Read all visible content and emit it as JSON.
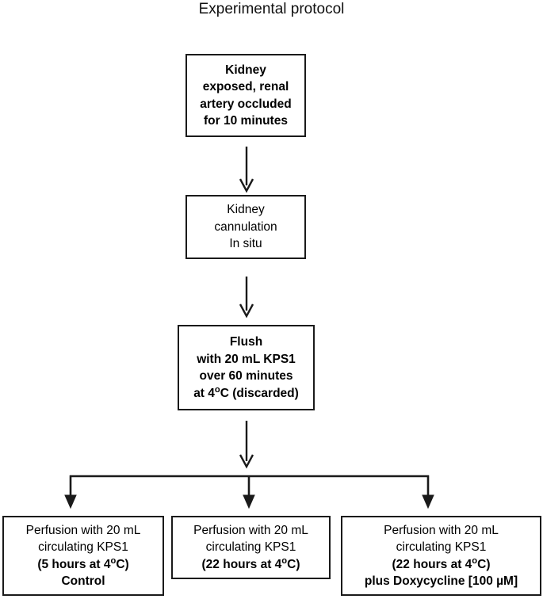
{
  "figure": {
    "title": "Experimental protocol",
    "type": "flowchart",
    "orientation": "top-to-bottom",
    "background_color": "#ffffff",
    "line_color": "#1a1a1a",
    "text_color": "#000000"
  },
  "nodes": {
    "ischemia": {
      "id": "kidney-ischemia",
      "lines": [
        {
          "text": "Kidney",
          "bold": true
        },
        {
          "text": "exposed, renal",
          "bold": true
        },
        {
          "text": "artery occluded",
          "bold": true
        },
        {
          "text": "for 10 minutes",
          "bold": true
        }
      ],
      "full_text": "Kidney exposed, renal artery occluded for 10 minutes"
    },
    "cannulation": {
      "id": "kidney-cannulation",
      "lines": [
        {
          "text": "Kidney",
          "bold": false
        },
        {
          "text": "cannulation",
          "bold": false
        },
        {
          "text": "In situ",
          "bold": false
        }
      ],
      "full_text": "Kidney cannulation In situ"
    },
    "flush": {
      "id": "kps1-flush",
      "lines": [
        {
          "text": "Flush",
          "bold": true
        },
        {
          "text": "with 20 mL KPS1",
          "bold": true
        },
        {
          "text": "over 60 minutes",
          "bold": true
        },
        {
          "text": "at 4°C (discarded)",
          "bold": true
        }
      ],
      "full_text": "Flush with 20 mL KPS1 over 60 minutes at 4oC (discarded)"
    },
    "control": {
      "id": "perfusion-control-5h",
      "lines": [
        {
          "text": "Perfusion with 20 mL",
          "bold": false
        },
        {
          "text": "circulating KPS1",
          "bold": false
        },
        {
          "text": "(5 hours at 4°C)",
          "bold": true
        },
        {
          "text": "Control",
          "bold": true
        }
      ],
      "full_text": "Perfusion with 20 mL circulating KPS1 (5 hours at 4oC) Control"
    },
    "twentytwo": {
      "id": "perfusion-22h",
      "lines": [
        {
          "text": "Perfusion with 20 mL",
          "bold": false
        },
        {
          "text": "circulating KPS1",
          "bold": false
        },
        {
          "text": "(22 hours at 4°C)",
          "bold": true
        }
      ],
      "full_text": "Perfusion with 20 mL circulating KPS1 (22 hours at 4oC)"
    },
    "doxycycline": {
      "id": "perfusion-22h-doxycycline",
      "lines": [
        {
          "text": "Perfusion with 20 mL",
          "bold": false
        },
        {
          "text": "circulating KPS1",
          "bold": false
        },
        {
          "text": "(22 hours at 4°C)",
          "bold": true
        },
        {
          "text": "plus Doxycycline [100 µM]",
          "bold": true
        }
      ],
      "full_text": "Perfusion with 20 mL circulating KPS1 (22 hours at 4oC) plus Doxycycline [100 uM]"
    }
  },
  "connectors": [
    {
      "name": "arrow-ischemia-to-cannulation",
      "from": "ischemia",
      "to": "cannulation",
      "style": "straight-arrow"
    },
    {
      "name": "arrow-cannulation-to-flush",
      "from": "cannulation",
      "to": "flush",
      "style": "straight-arrow"
    },
    {
      "name": "arrow-flush-to-split",
      "from": "flush",
      "to": "split-bar",
      "style": "straight-arrow"
    },
    {
      "name": "branch-split-to-control",
      "from": "split-bar",
      "to": "control",
      "style": "elbow-arrow"
    },
    {
      "name": "branch-split-to-22h",
      "from": "split-bar",
      "to": "twentytwo",
      "style": "straight-arrow"
    },
    {
      "name": "branch-split-to-doxycycline",
      "from": "split-bar",
      "to": "doxycycline",
      "style": "elbow-arrow"
    }
  ]
}
